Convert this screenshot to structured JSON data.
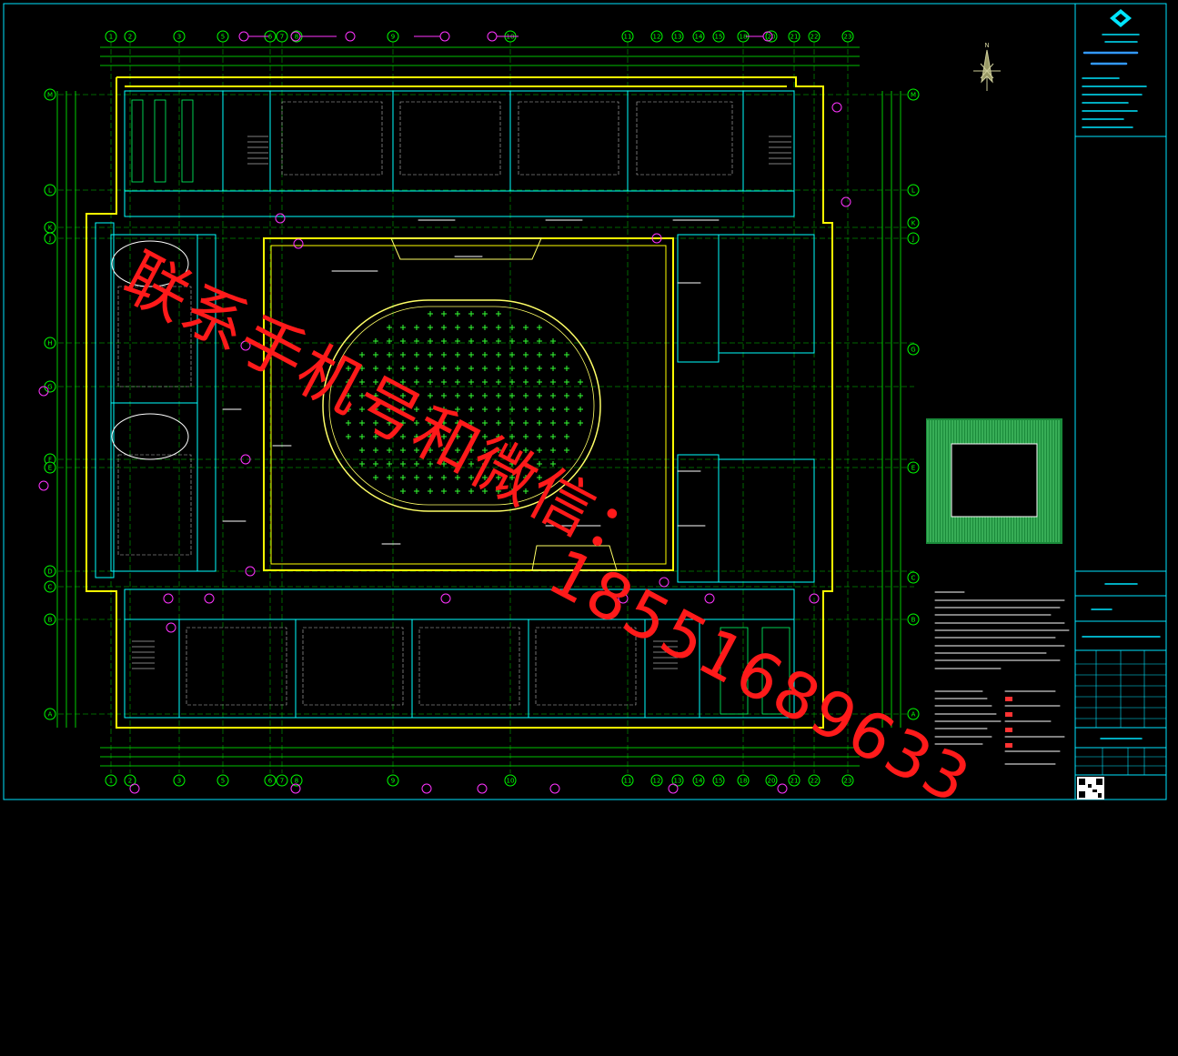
{
  "watermark": {
    "line1": "联系手机号和微信：",
    "line2": "18551689633"
  },
  "grid_axes": {
    "top": [
      "1",
      "2",
      "3",
      "5",
      "6",
      "7",
      "8",
      "9",
      "10",
      "11",
      "12",
      "13",
      "14",
      "15",
      "18",
      "20",
      "21",
      "22",
      "23"
    ],
    "left": [
      "M",
      "L",
      "K",
      "J",
      "H",
      "G",
      "F",
      "E",
      "D",
      "C",
      "B",
      "A"
    ],
    "right": [
      "M",
      "L",
      "K",
      "J",
      "G",
      "E",
      "C",
      "B",
      "A"
    ]
  },
  "colors": {
    "background": "#000000",
    "wall": "#ffff00",
    "axis": "#00ff00",
    "dimension": "#00ffff",
    "annotation": "#ff00ff",
    "furniture": "#ffffff",
    "watermark": "#ff1a1a",
    "title_block": "#00e5ff"
  },
  "compass": {
    "label": "N"
  }
}
